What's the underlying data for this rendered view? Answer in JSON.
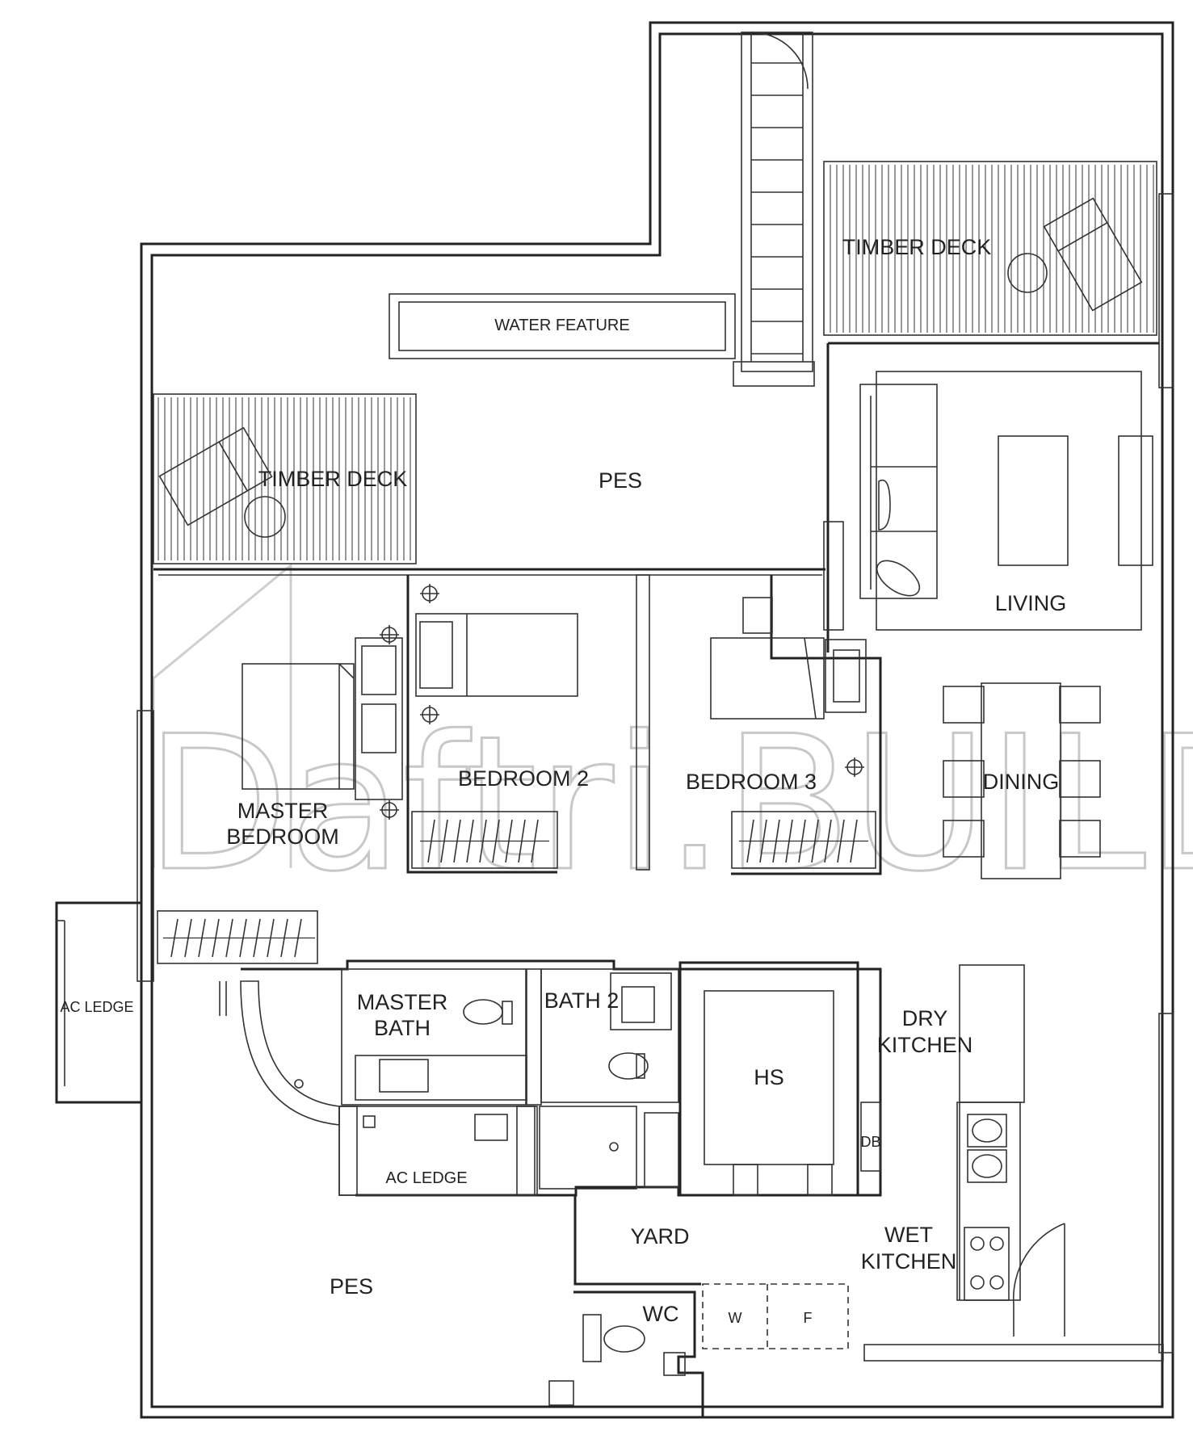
{
  "watermark": "Daftri.BUILD",
  "labels": {
    "timber_deck_top": "TIMBER DECK",
    "timber_deck_left": "TIMBER DECK",
    "water_feature": "WATER FEATURE",
    "pes_top": "PES",
    "living": "LIVING",
    "bedroom2": "BEDROOM 2",
    "bedroom3": "BEDROOM 3",
    "dining": "DINING",
    "master_bedroom_1": "MASTER",
    "master_bedroom_2": "BEDROOM",
    "ac_ledge_left": "AC LEDGE",
    "master_bath_1": "MASTER",
    "master_bath_2": "BATH",
    "bath2": "BATH 2",
    "dry_kitchen_1": "DRY",
    "dry_kitchen_2": "KITCHEN",
    "hs": "HS",
    "db": "DB",
    "ac_ledge_bottom": "AC LEDGE",
    "yard": "YARD",
    "wet_kitchen_1": "WET",
    "wet_kitchen_2": "KITCHEN",
    "pes_bottom": "PES",
    "wc": "WC",
    "w": "W",
    "f": "F"
  }
}
